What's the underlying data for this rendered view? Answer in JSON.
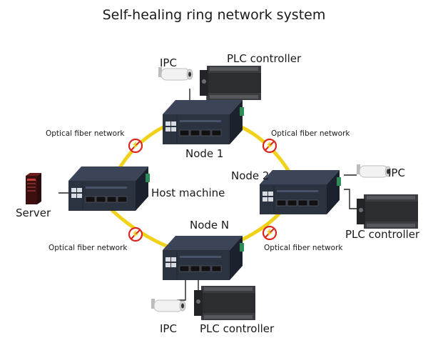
{
  "title": "Self-healing ring network system",
  "nodes": {
    "node1": "Node 1",
    "node2": "Node 2",
    "nodeN": "Node N",
    "host": "Host machine"
  },
  "devices": {
    "ipc_top": "IPC",
    "plc_top": "PLC controller",
    "ipc_right": "IPC",
    "plc_right": "PLC controller",
    "ipc_bottom": "IPC",
    "plc_bottom": "PLC controller",
    "server": "Server"
  },
  "fiber_labels": {
    "top_left": "Optical fiber network",
    "top_right": "Optical fiber network",
    "bottom_left": "Optical fiber network",
    "bottom_right": "Optical fiber network"
  },
  "colors": {
    "ring": "#f0d21a",
    "switch_body": "#2c3442",
    "switch_top": "#3a4456",
    "port_green": "#2e8b57",
    "break_red": "#d9271e"
  },
  "icons": {
    "switch": "industrial-ethernet-switch-icon",
    "camera": "ip-camera-icon",
    "plc": "plc-controller-icon",
    "server": "server-tower-icon",
    "break": "fiber-break-icon"
  }
}
